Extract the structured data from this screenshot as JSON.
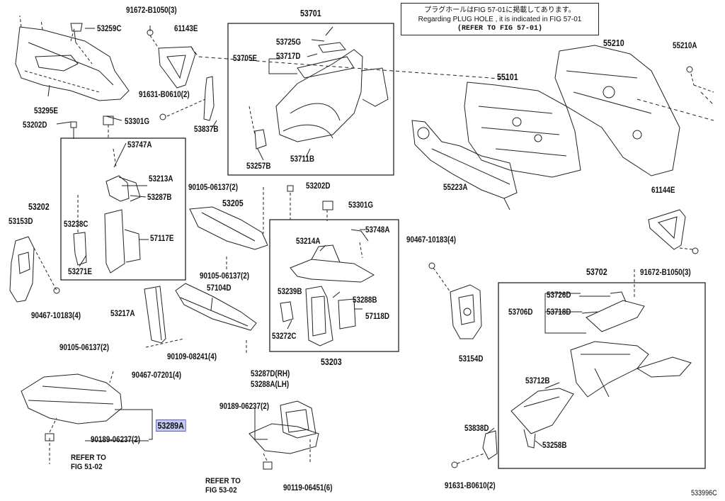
{
  "note": {
    "line1": "プラグホールはFIG 57-01に掲載してあります。",
    "line2": "Regarding  PLUG  HOLE , it is indicated in FIG  57-01",
    "line3": "(REFER TO FIG 57-01)"
  },
  "illustration_id": "533996C",
  "highlighted_part": "53289A",
  "refer_to": [
    {
      "line1": "REFER TO",
      "line2": "FIG 51-02"
    },
    {
      "line1": "REFER TO",
      "line2": "FIG 53-02"
    }
  ],
  "labels": [
    {
      "id": "53295E",
      "text": "53295E"
    },
    {
      "id": "53259C",
      "text": "53259C"
    },
    {
      "id": "91672-B1050-top",
      "text": "91672-B1050(3)"
    },
    {
      "id": "61143E",
      "text": "61143E"
    },
    {
      "id": "53701",
      "text": "53701"
    },
    {
      "id": "53725G",
      "text": "53725G"
    },
    {
      "id": "53705E",
      "text": "53705E"
    },
    {
      "id": "53717D",
      "text": "53717D"
    },
    {
      "id": "91631-B0610-top",
      "text": "91631-B0610(2)"
    },
    {
      "id": "53202D-left",
      "text": "53202D"
    },
    {
      "id": "53301G-left",
      "text": "53301G"
    },
    {
      "id": "53837B",
      "text": "53837B"
    },
    {
      "id": "53711B",
      "text": "53711B"
    },
    {
      "id": "53257B",
      "text": "53257B"
    },
    {
      "id": "53747A",
      "text": "53747A"
    },
    {
      "id": "53213A",
      "text": "53213A"
    },
    {
      "id": "53287B",
      "text": "53287B"
    },
    {
      "id": "53202",
      "text": "53202"
    },
    {
      "id": "53238C",
      "text": "53238C"
    },
    {
      "id": "57117E",
      "text": "57117E"
    },
    {
      "id": "53271E",
      "text": "53271E"
    },
    {
      "id": "53153D",
      "text": "53153D"
    },
    {
      "id": "90467-10183-left",
      "text": "90467-10183(4)"
    },
    {
      "id": "90105-06137-a",
      "text": "90105-06137(2)"
    },
    {
      "id": "53205",
      "text": "53205"
    },
    {
      "id": "90105-06137-b",
      "text": "90105-06137(2)"
    },
    {
      "id": "53202D-mid",
      "text": "53202D"
    },
    {
      "id": "53301G-mid",
      "text": "53301G"
    },
    {
      "id": "53214A",
      "text": "53214A"
    },
    {
      "id": "53748A",
      "text": "53748A"
    },
    {
      "id": "53239B",
      "text": "53239B"
    },
    {
      "id": "53288B",
      "text": "53288B"
    },
    {
      "id": "57118D",
      "text": "57118D"
    },
    {
      "id": "53272C",
      "text": "53272C"
    },
    {
      "id": "53203",
      "text": "53203"
    },
    {
      "id": "57104D",
      "text": "57104D"
    },
    {
      "id": "53217A",
      "text": "53217A"
    },
    {
      "id": "90105-06137-c",
      "text": "90105-06137(2)"
    },
    {
      "id": "90109-08241",
      "text": "90109-08241(4)"
    },
    {
      "id": "90467-07201",
      "text": "90467-07201(4)"
    },
    {
      "id": "90189-06237-left",
      "text": "90189-06237(2)"
    },
    {
      "id": "53287D",
      "text": "53287D(RH)"
    },
    {
      "id": "53288A",
      "text": "53288A(LH)"
    },
    {
      "id": "90189-06237-mid",
      "text": "90189-06237(2)"
    },
    {
      "id": "90119-06451",
      "text": "90119-06451(6)"
    },
    {
      "id": "55101",
      "text": "55101"
    },
    {
      "id": "55210",
      "text": "55210"
    },
    {
      "id": "55210A",
      "text": "55210A"
    },
    {
      "id": "55223A",
      "text": "55223A"
    },
    {
      "id": "61144E",
      "text": "61144E"
    },
    {
      "id": "91672-B1050-right",
      "text": "91672-B1050(3)"
    },
    {
      "id": "90467-10183-right",
      "text": "90467-10183(4)"
    },
    {
      "id": "53702",
      "text": "53702"
    },
    {
      "id": "53726D",
      "text": "53726D"
    },
    {
      "id": "53706D",
      "text": "53706D"
    },
    {
      "id": "53718D",
      "text": "53718D"
    },
    {
      "id": "53154D",
      "text": "53154D"
    },
    {
      "id": "53712B",
      "text": "53712B"
    },
    {
      "id": "53838D",
      "text": "53838D"
    },
    {
      "id": "53258B",
      "text": "53258B"
    },
    {
      "id": "91631-B0610-bot",
      "text": "91631-B0610(2)"
    }
  ]
}
